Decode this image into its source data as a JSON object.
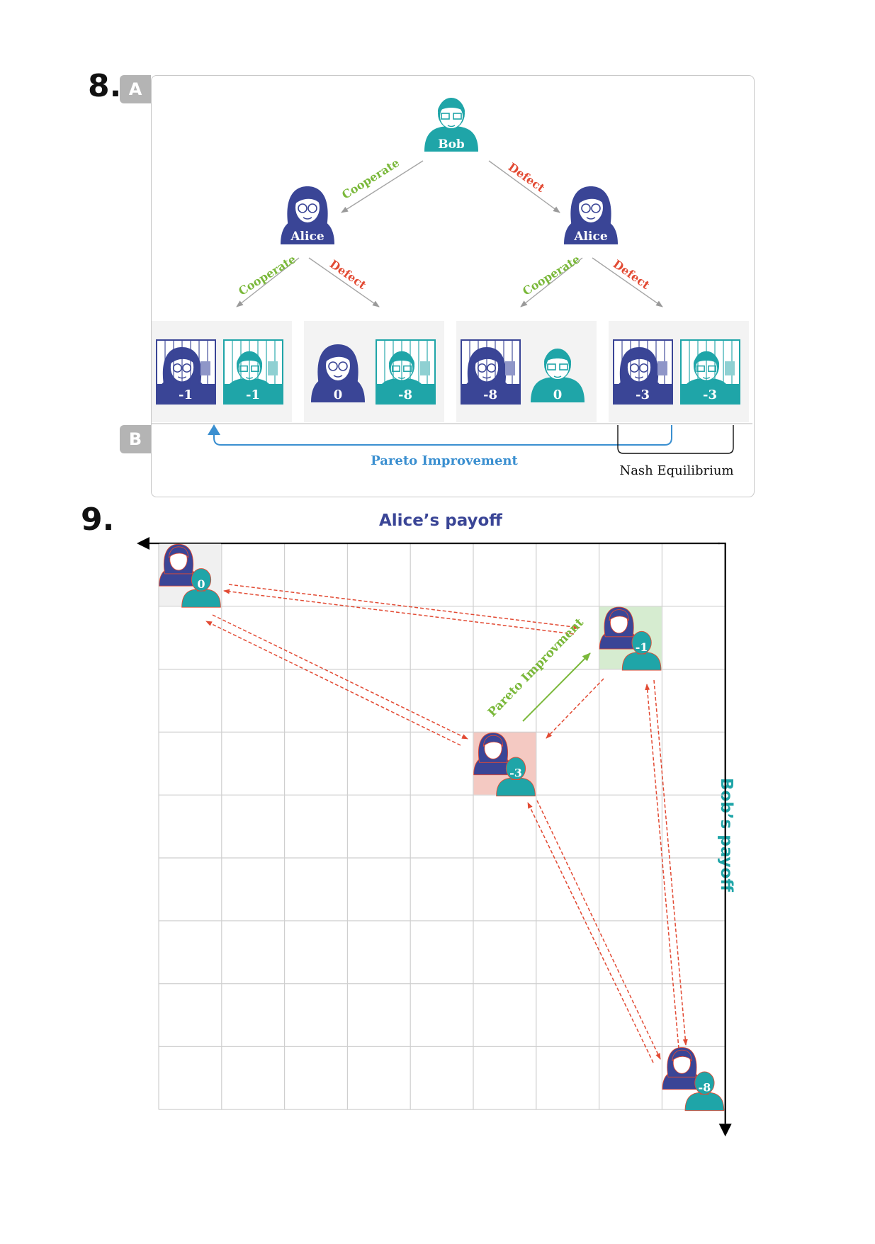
{
  "figure8": {
    "number": "8.",
    "section_a": "A",
    "section_b": "B",
    "root_player": "Bob",
    "alice_label": "Alice",
    "cooperate": "Cooperate",
    "defect": "Defect",
    "outcomes": [
      {
        "alice_payoff": "-1",
        "bob_payoff": "-1",
        "alice_jailed": true,
        "bob_jailed": true
      },
      {
        "alice_payoff": "0",
        "bob_payoff": "-8",
        "alice_jailed": false,
        "bob_jailed": true
      },
      {
        "alice_payoff": "-8",
        "bob_payoff": "0",
        "alice_jailed": true,
        "bob_jailed": false
      },
      {
        "alice_payoff": "-3",
        "bob_payoff": "-3",
        "alice_jailed": true,
        "bob_jailed": true
      }
    ],
    "pareto_label": "Pareto Improvement",
    "nash_label": "Nash Equilibrium"
  },
  "figure9": {
    "number": "9.",
    "x_axis_title": "Alice’s payoff",
    "y_axis_title": "Bob’s payoff",
    "pareto_label": "Pareto Improvment",
    "chart_data": {
      "type": "scatter",
      "x_axis": "Alice’s payoff",
      "y_axis": "Bob’s payoff",
      "grid": true,
      "points": [
        {
          "alice": -8,
          "bob": 0,
          "highlight": "none"
        },
        {
          "alice": -1,
          "bob": -1,
          "highlight": "green"
        },
        {
          "alice": -3,
          "bob": -3,
          "highlight": "red"
        },
        {
          "alice": 0,
          "bob": -8,
          "highlight": "none"
        }
      ]
    }
  },
  "colors": {
    "alice": "#3a4596",
    "bob": "#1fa5a8",
    "cooperate": "#7ab83a",
    "defect": "#e24a33",
    "pareto": "#3a8fd0",
    "grid": "#cfcfcf"
  }
}
